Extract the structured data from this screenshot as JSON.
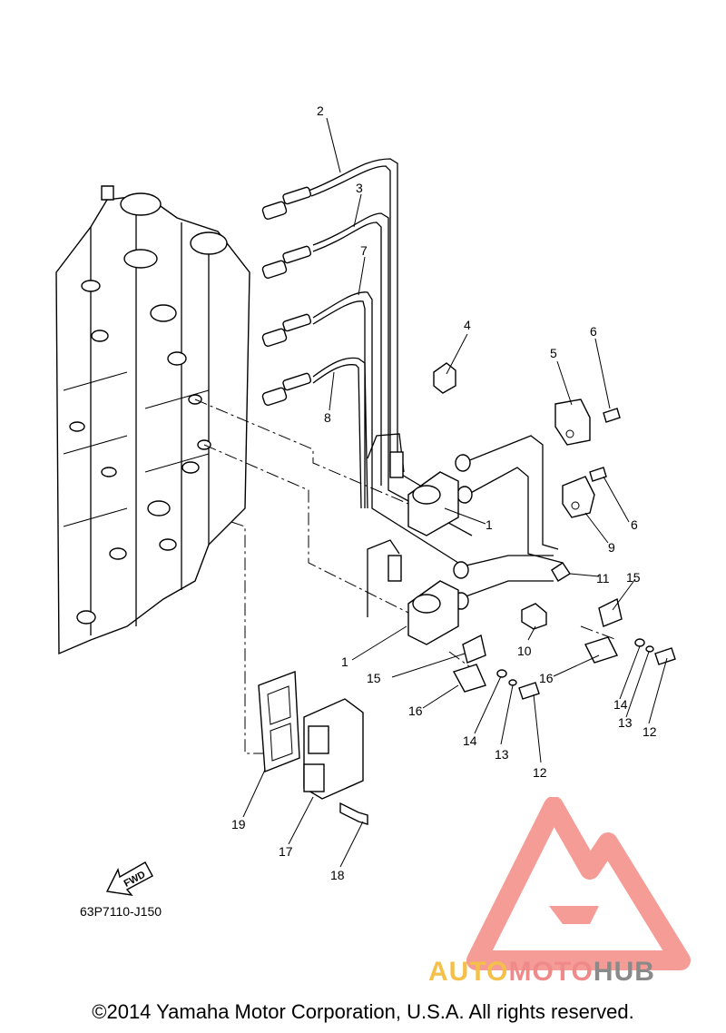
{
  "part_code": "63P7110-J150",
  "copyright": "©2014 Yamaha Motor Corporation, U.S.A. All rights reserved.",
  "fwd_label": "FWD",
  "logo": {
    "part1": "AUTO",
    "part2": "MOTO",
    "part3": "HUB",
    "colors": {
      "triangle": "#f28b82",
      "auto": "#f5c04a",
      "moto": "#f08a8a",
      "hub": "#8a8a8a"
    }
  },
  "callouts": {
    "c1a": "1",
    "c1b": "1",
    "c2": "2",
    "c3": "3",
    "c4": "4",
    "c5": "5",
    "c6a": "6",
    "c6b": "6",
    "c7": "7",
    "c8": "8",
    "c9": "9",
    "c10": "10",
    "c11": "11",
    "c12a": "12",
    "c12b": "12",
    "c13a": "13",
    "c13b": "13",
    "c14a": "14",
    "c14b": "14",
    "c15a": "15",
    "c15b": "15",
    "c16a": "16",
    "c16b": "16",
    "c17": "17",
    "c18": "18",
    "c19": "19"
  }
}
